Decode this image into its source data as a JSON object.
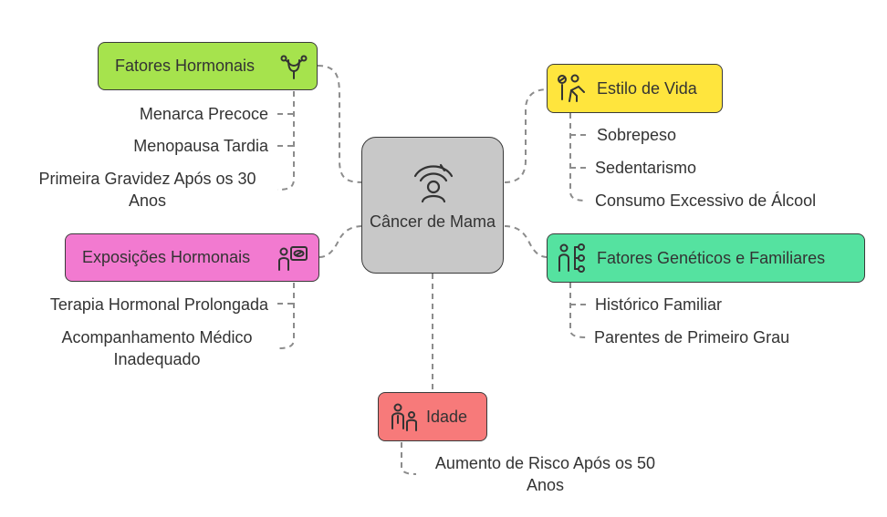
{
  "center": {
    "label": "Câncer de Mama",
    "icon": "breast-cancer-woman-icon",
    "color": "#c8c8c8"
  },
  "branches": {
    "hormonal": {
      "label": "Fatores Hormonais",
      "icon": "uterus-icon",
      "color": "#a6e34d",
      "items": [
        "Menarca Precoce",
        "Menopausa Tardia",
        "Primeira Gravidez Após os 30 Anos"
      ]
    },
    "exposicoes": {
      "label": "Exposições Hormonais",
      "icon": "medical-board-icon",
      "color": "#f27ad0",
      "items": [
        "Terapia Hormonal Prolongada",
        "Acompanhamento Médico Inadequado"
      ]
    },
    "estilo": {
      "label": "Estilo de Vida",
      "icon": "lifestyle-person-icon",
      "color": "#ffe53d",
      "items": [
        "Sobrepeso",
        "Sedentarismo",
        "Consumo Excessivo de Álcool"
      ]
    },
    "geneticos": {
      "label": "Fatores Genéticos e Familiares",
      "icon": "family-tree-icon",
      "color": "#55e2a0",
      "items": [
        "Histórico Familiar",
        "Parentes de Primeiro Grau"
      ]
    },
    "idade": {
      "label": "Idade",
      "icon": "people-icon",
      "color": "#f77a7a",
      "items": [
        "Aumento de Risco Após os 50 Anos"
      ]
    }
  }
}
